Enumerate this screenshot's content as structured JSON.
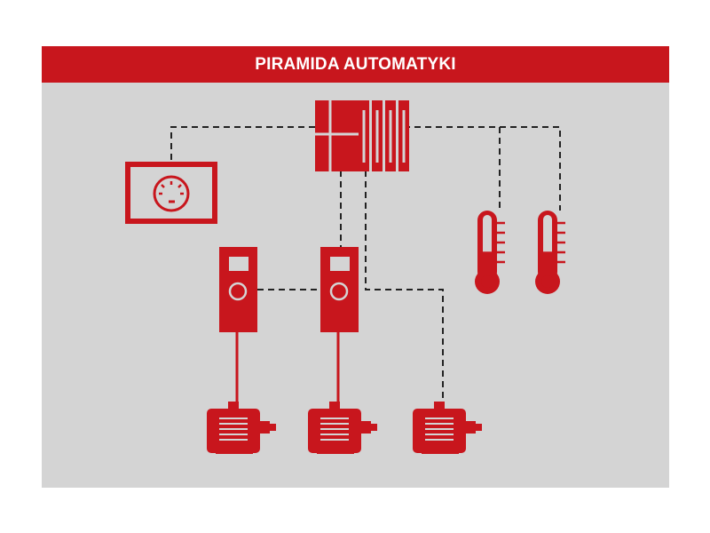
{
  "title": "PIRAMIDA AUTOMATYKI",
  "colors": {
    "accent": "#c8161d",
    "panel_background": "#d4d4d4",
    "link": "#222222",
    "title_text": "#ffffff"
  },
  "icons": {
    "controller": "plc-controller-icon",
    "hmi": "hmi-gauge-panel-icon",
    "drive": "frequency-drive-icon",
    "motor": "electric-motor-icon",
    "sensor": "thermometer-icon"
  },
  "sensor_fill_levels": [
    0.45,
    0.45
  ]
}
